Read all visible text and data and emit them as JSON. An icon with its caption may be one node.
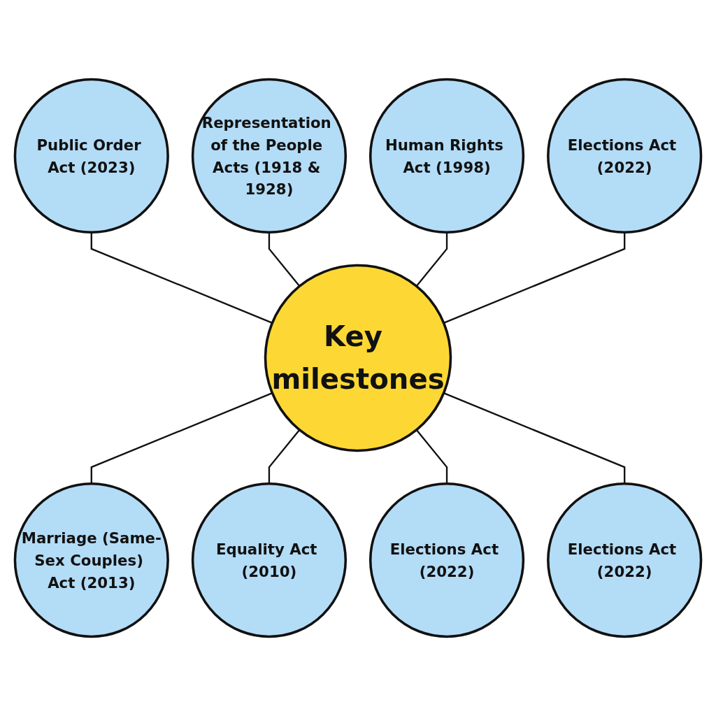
{
  "diagram": {
    "nodes": [
      {
        "text": [
          "Key milestones"
        ]
      },
      {
        "text": [
          "Public Order Act (2023)"
        ]
      },
      {
        "text": [
          "Representation of the People Acts (1918 & 1928)"
        ]
      },
      {
        "text": [
          "Human Rights Act (1998)"
        ]
      },
      {
        "text": [
          "Marriage (Same-Sex Couples) Act (2013)"
        ]
      },
      {
        "text": [
          "Equality Act (2010)"
        ]
      },
      {
        "text": [
          "Elections Act (2022)"
        ]
      },
      {
        "text": [
          "Elections Act (2022)"
        ]
      },
      {
        "text": [
          "Elections Act (2022)"
        ]
      }
    ],
    "edges": [
      {
        "from": 1,
        "to": 0,
        "arrow": "none"
      },
      {
        "from": 2,
        "to": 0,
        "arrow": "none"
      },
      {
        "from": 3,
        "to": 0,
        "arrow": "none"
      },
      {
        "from": 8,
        "to": 0,
        "arrow": "none"
      },
      {
        "from": 0,
        "to": 4,
        "arrow": "none"
      },
      {
        "from": 0,
        "to": 5,
        "arrow": "none"
      },
      {
        "from": 0,
        "to": 6,
        "arrow": "none"
      },
      {
        "from": 0,
        "to": 7,
        "arrow": "none"
      }
    ]
  }
}
